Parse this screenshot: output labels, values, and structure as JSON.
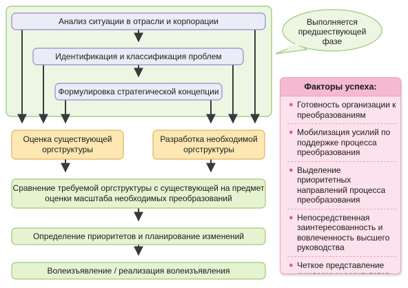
{
  "diagram": {
    "nodes": {
      "analysis": "Анализ ситуации в отрасли и корпорации",
      "identification": "Идентификация и классификация проблем",
      "formulation": "Формулировка стратегической концепции",
      "assessment_line1": "Оценка существующей",
      "assessment_line2": "оргструктуры",
      "development_line1": "Разработка необходимой",
      "development_line2": "оргструктуры",
      "comparison_line1": "Сравнение требуемой оргструктуры с существующей на предмет",
      "comparison_line2": "оценки масштаба необходимых преобразований",
      "priorities": "Определение приоритетов и планирование изменений",
      "realization": "Волеизъявление / реализация волеизъявления"
    },
    "callout": {
      "line1": "Выполняется",
      "line2": "предшествующей",
      "line3": "фазе"
    }
  },
  "success_factors": {
    "title": "Факторы успеха:",
    "items": [
      "Готовность организации к преобразованиям",
      "Мобилизация усилий по поддержке процесса преобразования",
      "Выделение приоритетных направлений процесса преобразования",
      "Непосредственная заинтересованность и вовлеченность высшего руководства",
      "Четкое представление ожидаемых результатов"
    ]
  },
  "colors": {
    "outer_fill": "#edf6e3",
    "outer_border": "#a8d089",
    "lavender_fill": "#ececf8",
    "lavender_border": "#8c8cc6",
    "orange_fill": "#fde7b3",
    "orange_border": "#e1b257",
    "green_fill": "#e6f3d1",
    "green_border": "#9ccb73",
    "pink_fill": "#fbe2ec",
    "pink_header": "#f5b9d0",
    "bullet": "#d65d8f",
    "arrow": "#3a3a3a"
  }
}
